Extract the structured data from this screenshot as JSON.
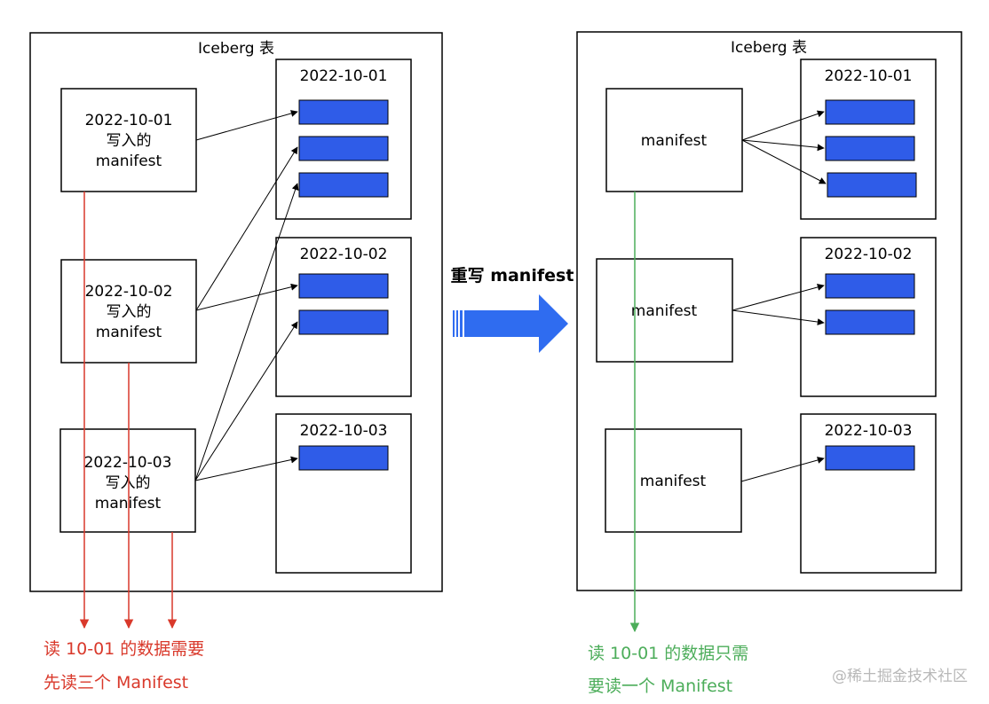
{
  "left_panel": {
    "title": "Iceberg 表",
    "partitions": [
      "2022-10-01",
      "2022-10-02",
      "2022-10-03"
    ],
    "manifests": [
      {
        "line1": "2022-10-01",
        "line2": "写入的",
        "line3": "manifest"
      },
      {
        "line1": "2022-10-02",
        "line2": "写入的",
        "line3": "manifest"
      },
      {
        "line1": "2022-10-03",
        "line2": "写入的",
        "line3": "manifest"
      }
    ],
    "caption": {
      "line1": "读 10-01 的数据需要",
      "line2": "先读三个 Manifest"
    }
  },
  "transition": {
    "label": "重写 manifest"
  },
  "right_panel": {
    "title": "Iceberg 表",
    "partitions": [
      "2022-10-01",
      "2022-10-02",
      "2022-10-03"
    ],
    "manifests": [
      {
        "label": "manifest"
      },
      {
        "label": "manifest"
      },
      {
        "label": "manifest"
      }
    ],
    "caption": {
      "line1": "读 10-01 的数据只需",
      "line2": "要读一个 Manifest"
    }
  },
  "watermark": "@稀土掘金技术社区",
  "colors": {
    "file_fill": "#2f5ce8",
    "read_arrow_left": "#d9392b",
    "read_arrow_right": "#4cad5a",
    "transition_arrow": "#2f6cf0"
  }
}
